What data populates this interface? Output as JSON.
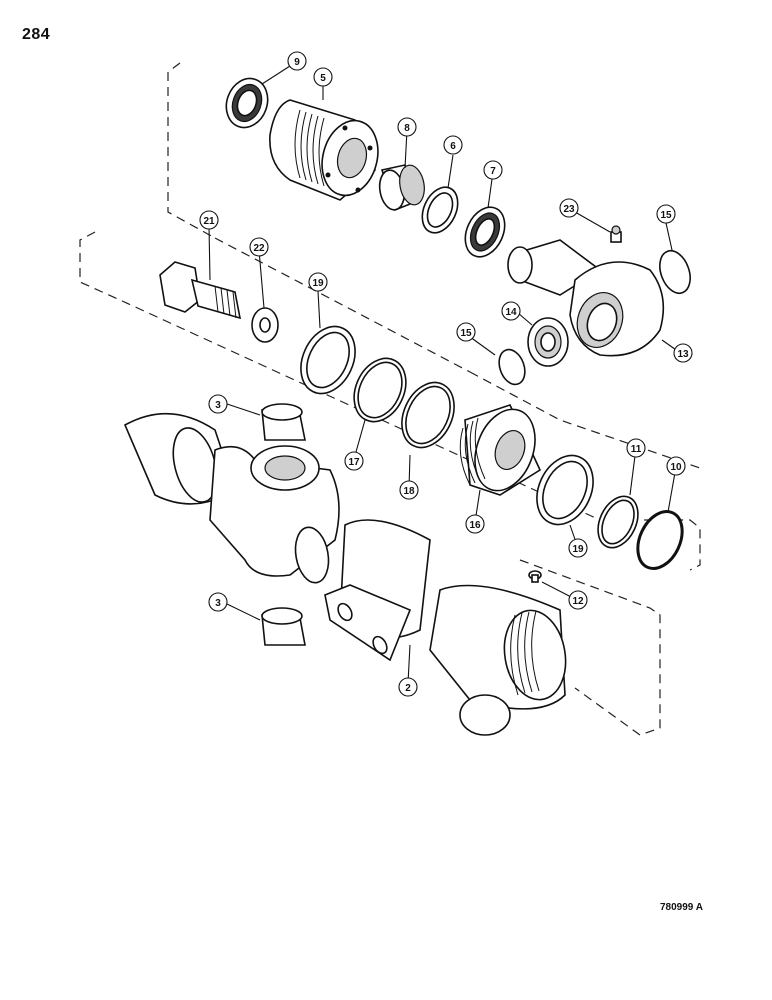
{
  "page": {
    "page_number": "284",
    "drawing_number": "780999 A"
  },
  "callouts": [
    {
      "id": "c9",
      "label": "9"
    },
    {
      "id": "c5",
      "label": "5"
    },
    {
      "id": "c8",
      "label": "8"
    },
    {
      "id": "c6",
      "label": "6"
    },
    {
      "id": "c7",
      "label": "7"
    },
    {
      "id": "c23",
      "label": "23"
    },
    {
      "id": "c15a",
      "label": "15"
    },
    {
      "id": "c21",
      "label": "21"
    },
    {
      "id": "c22",
      "label": "22"
    },
    {
      "id": "c19a",
      "label": "19"
    },
    {
      "id": "c14",
      "label": "14"
    },
    {
      "id": "c15b",
      "label": "15"
    },
    {
      "id": "c13",
      "label": "13"
    },
    {
      "id": "c3a",
      "label": "3"
    },
    {
      "id": "c17",
      "label": "17"
    },
    {
      "id": "c18",
      "label": "18"
    },
    {
      "id": "c16",
      "label": "16"
    },
    {
      "id": "c19b",
      "label": "19"
    },
    {
      "id": "c11",
      "label": "11"
    },
    {
      "id": "c10",
      "label": "10"
    },
    {
      "id": "c12",
      "label": "12"
    },
    {
      "id": "c3b",
      "label": "3"
    },
    {
      "id": "c2",
      "label": "2"
    }
  ]
}
